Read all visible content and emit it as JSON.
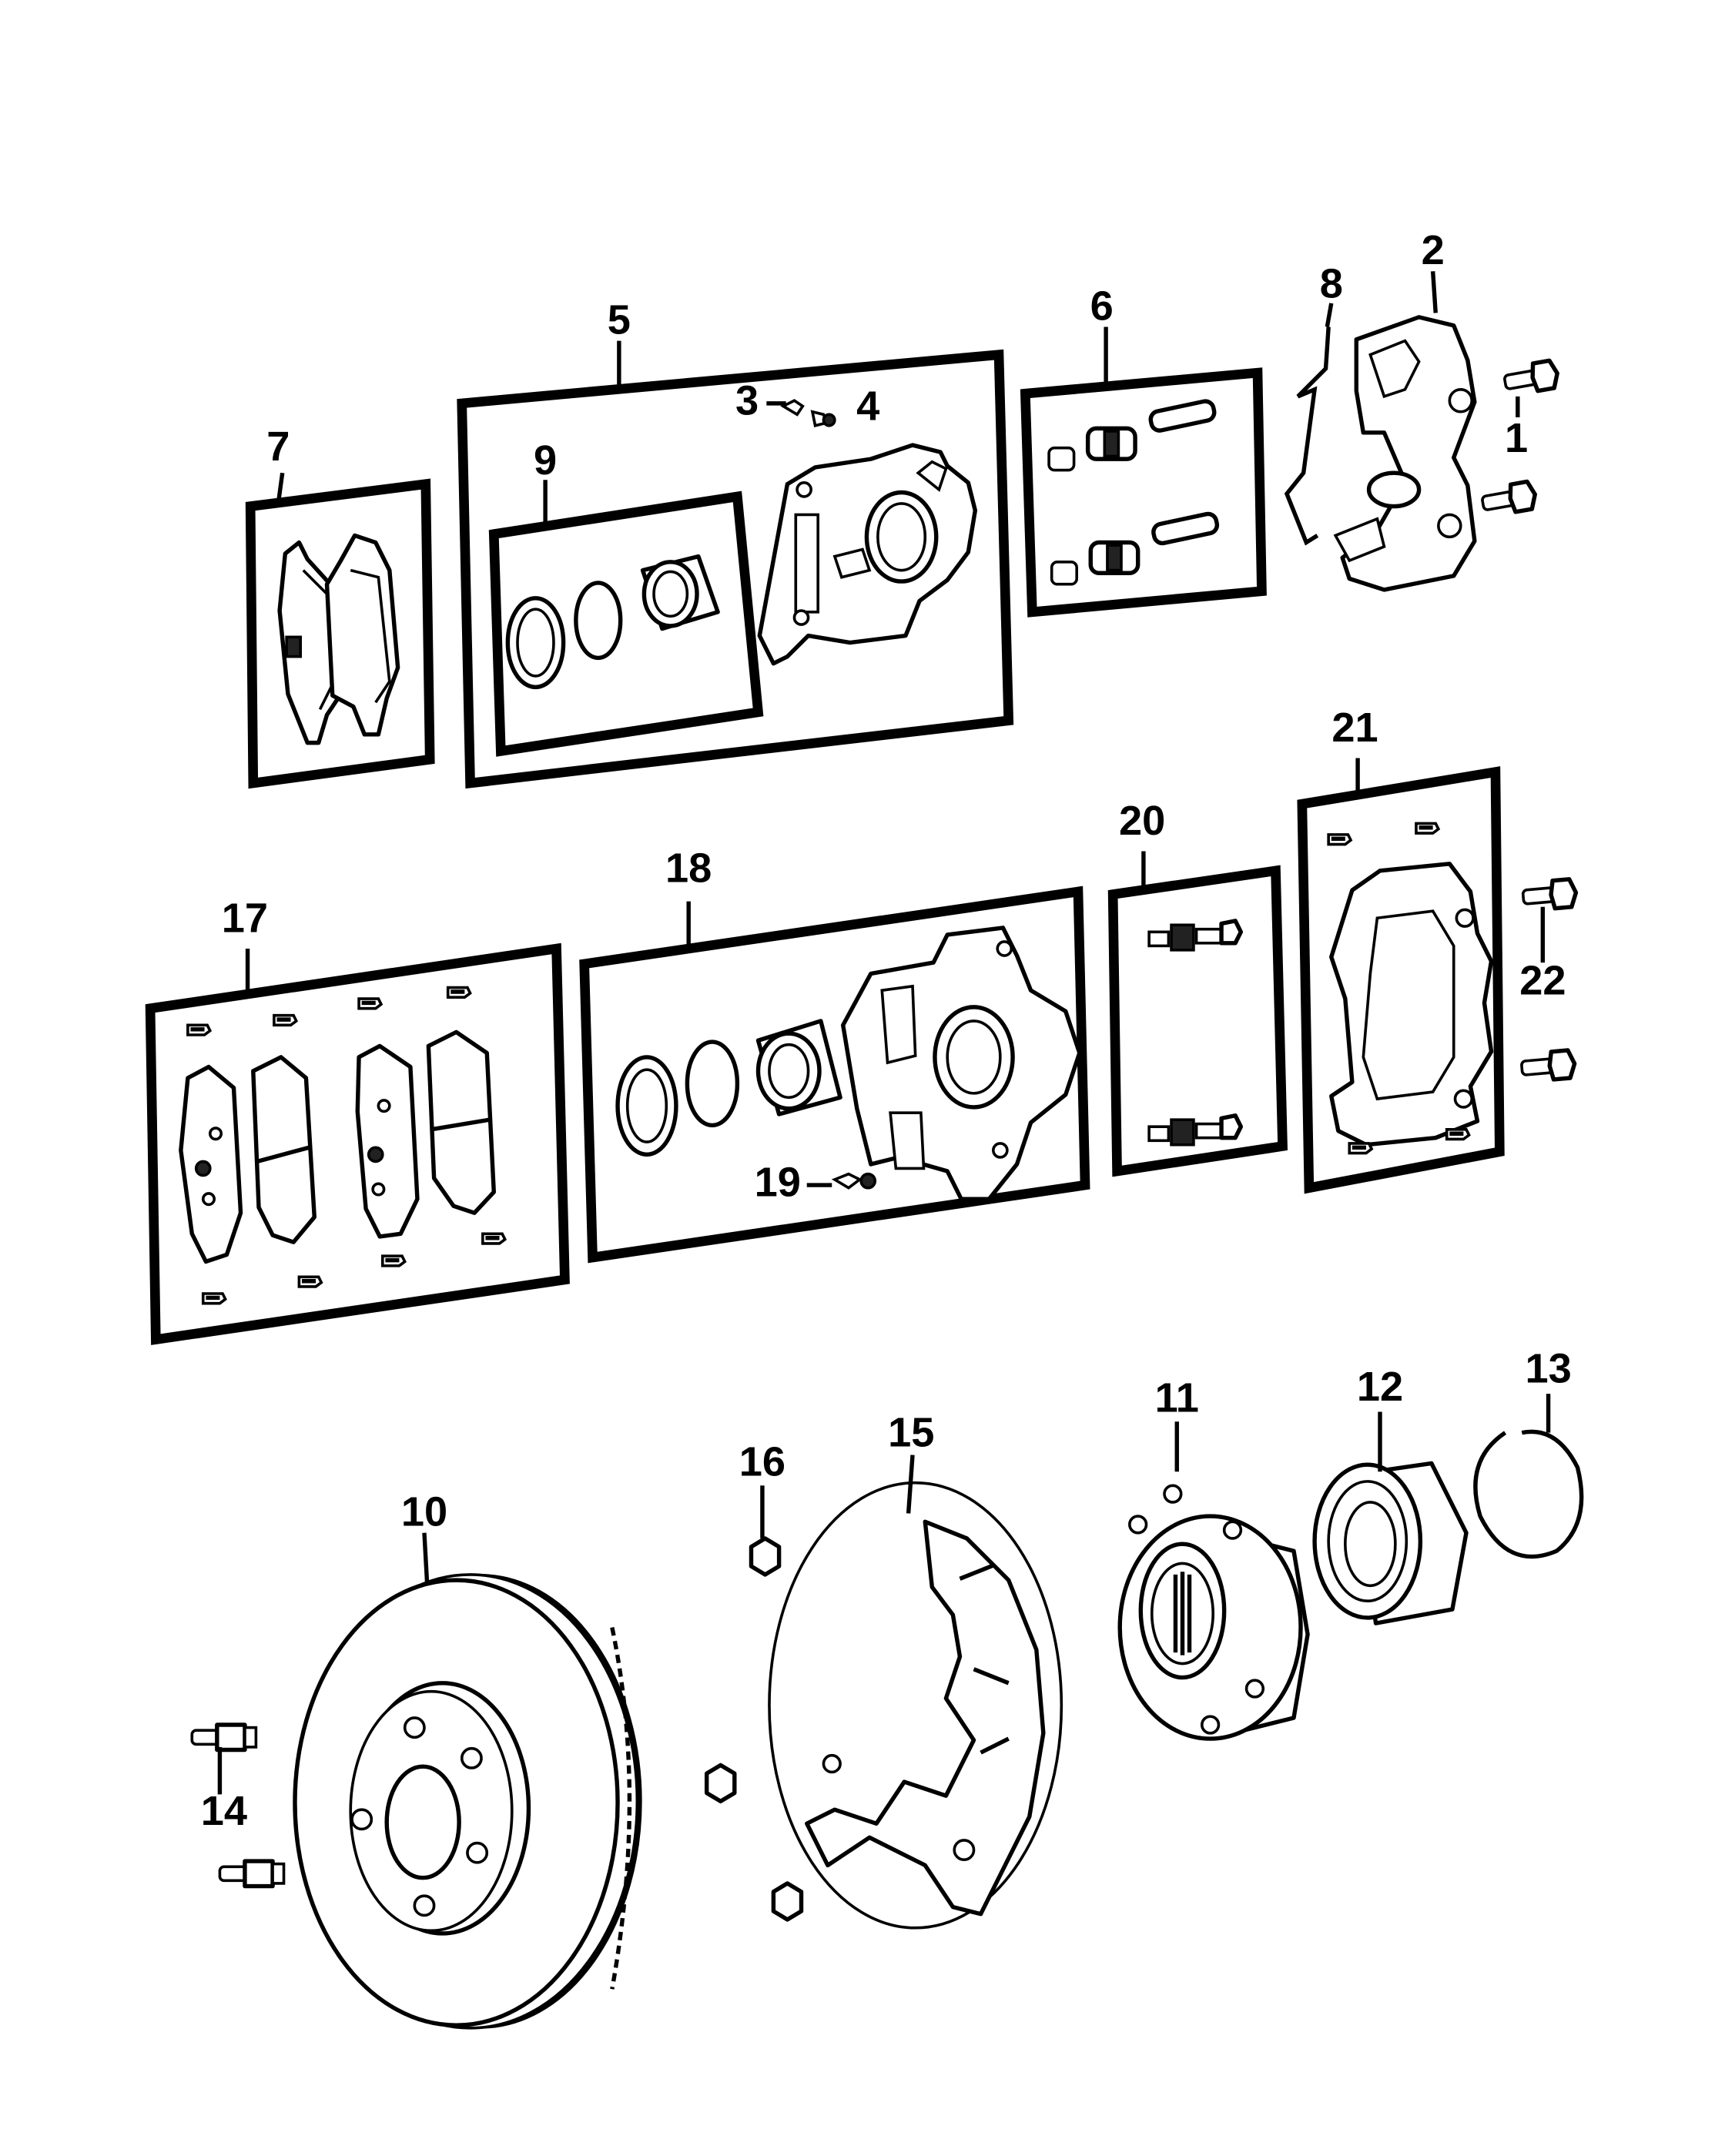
{
  "callouts": [
    {
      "id": "c1",
      "label": "1"
    },
    {
      "id": "c2",
      "label": "2"
    },
    {
      "id": "c3",
      "label": "3"
    },
    {
      "id": "c4",
      "label": "4"
    },
    {
      "id": "c5",
      "label": "5"
    },
    {
      "id": "c6",
      "label": "6"
    },
    {
      "id": "c7",
      "label": "7"
    },
    {
      "id": "c8",
      "label": "8"
    },
    {
      "id": "c9",
      "label": "9"
    },
    {
      "id": "c10",
      "label": "10"
    },
    {
      "id": "c11",
      "label": "11"
    },
    {
      "id": "c12",
      "label": "12"
    },
    {
      "id": "c13",
      "label": "13"
    },
    {
      "id": "c14",
      "label": "14"
    },
    {
      "id": "c15",
      "label": "15"
    },
    {
      "id": "c16",
      "label": "16"
    },
    {
      "id": "c17",
      "label": "17"
    },
    {
      "id": "c18",
      "label": "18"
    },
    {
      "id": "c19",
      "label": "19"
    },
    {
      "id": "c20",
      "label": "20"
    },
    {
      "id": "c21",
      "label": "21"
    },
    {
      "id": "c22",
      "label": "22"
    }
  ]
}
